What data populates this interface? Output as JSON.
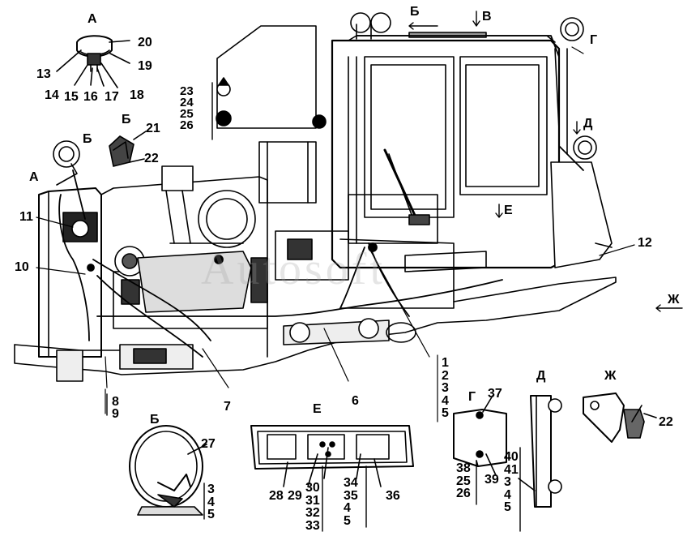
{
  "watermark": "Autosoft",
  "callouts": {
    "A_view": {
      "title": "А",
      "n20": "20",
      "n19": "19",
      "n13": "13",
      "n14": "14",
      "n15": "15",
      "n16": "16",
      "n17": "17",
      "n18": "18"
    },
    "lamp_group": {
      "n23": "23",
      "n24": "24",
      "n25": "25",
      "n26": "26"
    },
    "B_top": {
      "title": "Б",
      "n21": "21",
      "n22": "22"
    },
    "main": {
      "letter_A": "А",
      "letter_B_left": "Б",
      "letter_B_top": "Б",
      "letter_V": "В",
      "letter_G": "Г",
      "letter_D": "Д",
      "letter_E": "Е",
      "letter_Zh": "Ж",
      "n11": "11",
      "n10": "10",
      "n12": "12",
      "n7": "7",
      "n6": "6",
      "n8": "8",
      "n9": "9"
    },
    "main_stack": {
      "n1": "1",
      "n2": "2",
      "n3": "3",
      "n4": "4",
      "n5": "5"
    },
    "B_view": {
      "title": "Б",
      "n27": "27",
      "n3": "3",
      "n4": "4",
      "n5": "5"
    },
    "E_view": {
      "title": "Е",
      "n28": "28",
      "n29": "29",
      "n30": "30",
      "n31": "31",
      "n32": "32",
      "n33": "33",
      "n34": "34",
      "n35": "35",
      "n4": "4",
      "n5": "5",
      "n36": "36"
    },
    "G_view": {
      "title": "Г",
      "n37": "37",
      "n38": "38",
      "n25": "25",
      "n26": "26",
      "n39": "39"
    },
    "D_view": {
      "title": "Д",
      "n40": "40",
      "n41": "41",
      "n3": "3",
      "n4": "4",
      "n5": "5"
    },
    "Zh_view": {
      "title": "Ж",
      "n22": "22"
    }
  }
}
